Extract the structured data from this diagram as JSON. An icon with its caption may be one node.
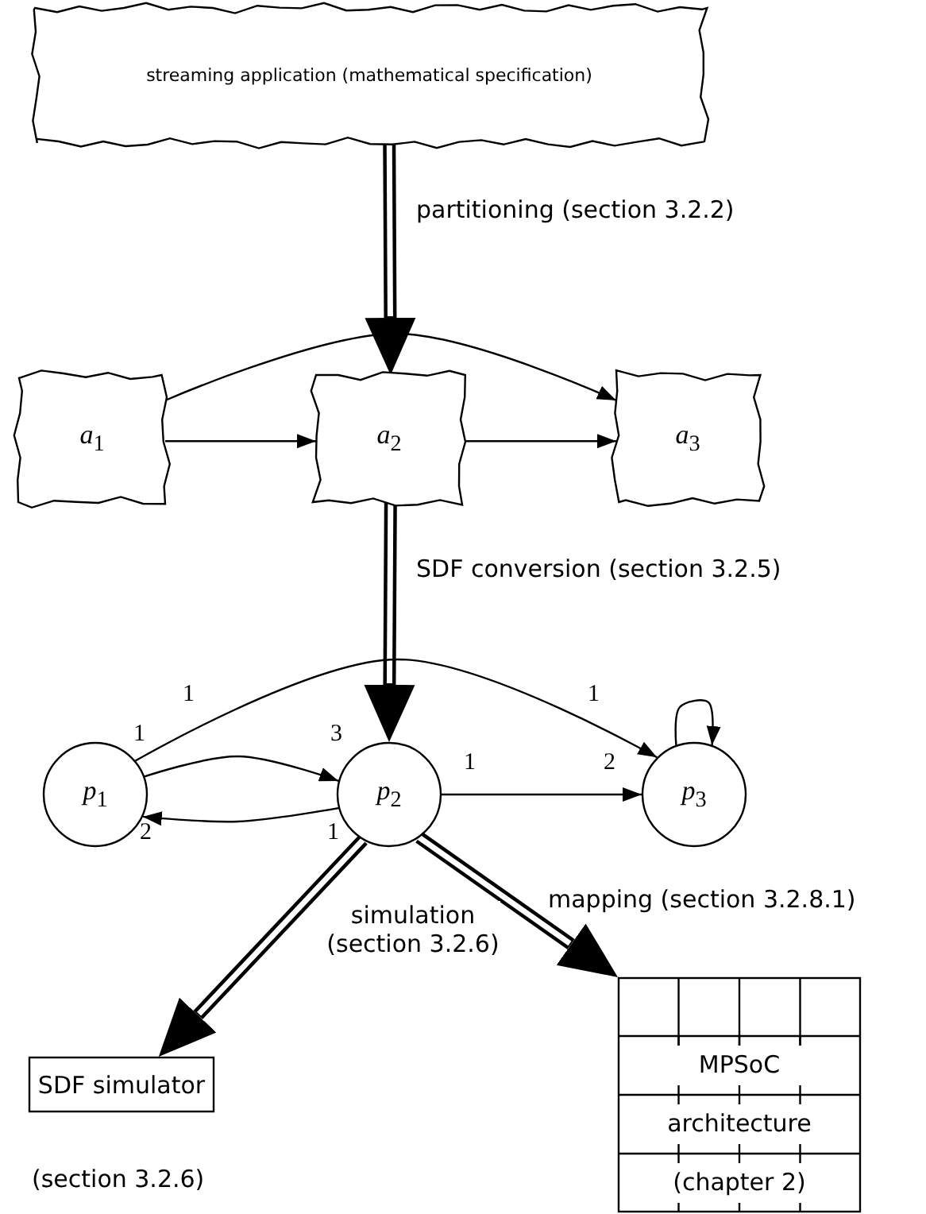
{
  "diagram": {
    "nodes": [
      {
        "text": [
          "streaming application (mathematical specification)"
        ]
      },
      {
        "text": [
          "*a*$_{1}$"
        ]
      },
      {
        "text": [
          "*a*$_{2}$"
        ]
      },
      {
        "text": [
          "*a*$_{3}$"
        ]
      },
      {
        "text": [
          "*p*$_{1}$"
        ]
      },
      {
        "text": [
          "*p*$_{2}$"
        ]
      },
      {
        "text": [
          "*p*$_{3}$"
        ]
      },
      {
        "text": [
          "SDF simulator"
        ],
        "beside": [
          "(section 3.2.6)"
        ]
      },
      {
        "text": [
          "MPSoC architecture (chapter 2)"
        ]
      }
    ],
    "edges": [
      {
        "from": 0,
        "to": 2,
        "arrow": "to",
        "label": "partitioning (section 3.2.2)",
        "style": "thick"
      },
      {
        "from": 1,
        "to": 2,
        "arrow": "to"
      },
      {
        "from": 2,
        "to": 3,
        "arrow": "to"
      },
      {
        "from": 1,
        "to": 3,
        "arrow": "to"
      },
      {
        "from": 2,
        "to": 5,
        "arrow": "to",
        "label": "SDF conversion (section 3.2.5)",
        "style": "thick"
      },
      {
        "from": 4,
        "to": 5,
        "arrow": "to"
      },
      {
        "from": 5,
        "to": 4,
        "arrow": "to"
      },
      {
        "from": 4,
        "to": 6,
        "arrow": "to"
      },
      {
        "from": 5,
        "to": 6,
        "arrow": "to"
      },
      {
        "from": 6,
        "to": 6,
        "arrow": "to"
      },
      {
        "from": 5,
        "to": 7,
        "arrow": "to",
        "label": "simulation (section 3.2.6)",
        "style": "thick"
      },
      {
        "from": 5,
        "to": 8,
        "arrow": "to",
        "label": "mapping (section 3.2.8.1)",
        "style": "thick"
      }
    ],
    "labels": [
      "1",
      "1",
      "1",
      "3",
      "1",
      "2",
      "2",
      "1"
    ]
  }
}
